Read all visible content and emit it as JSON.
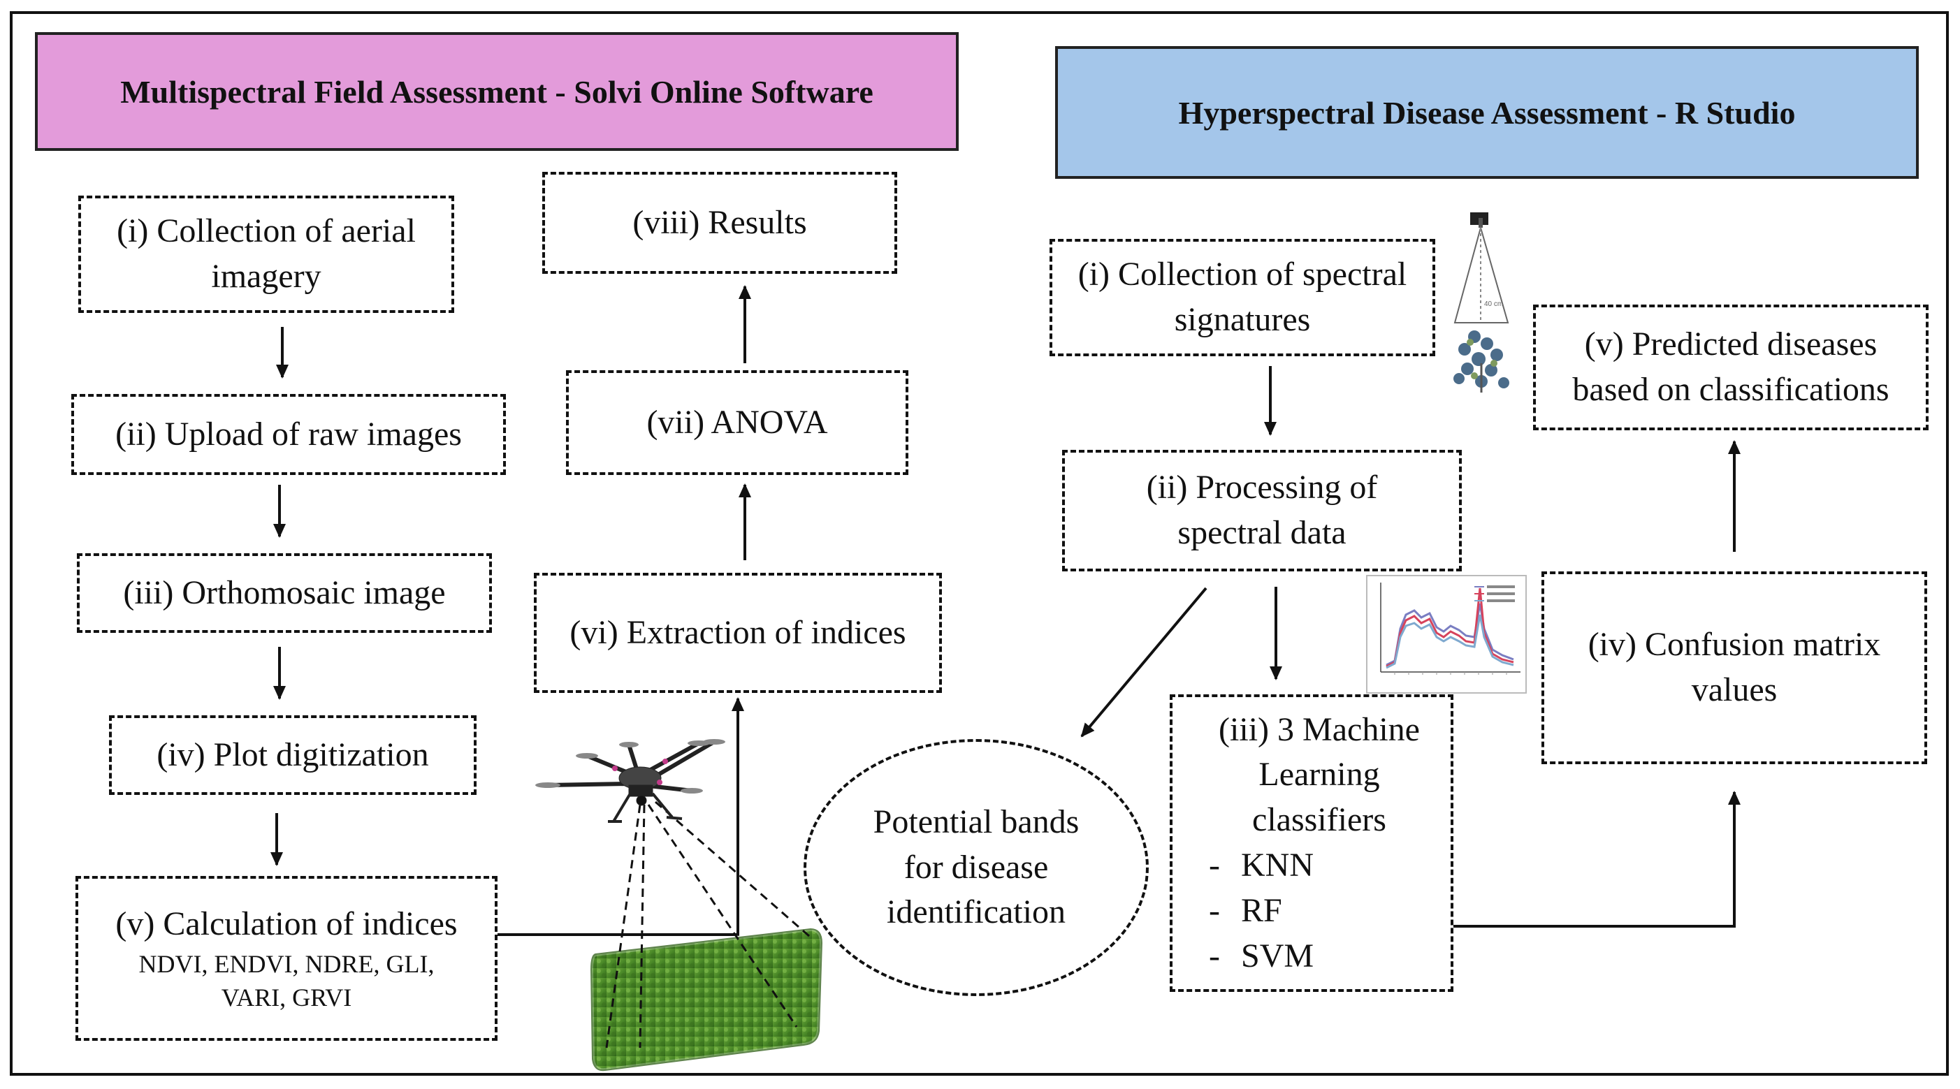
{
  "left_panel": {
    "title": "Multispectral Field Assessment - Solvi Online Software",
    "header_color": "#e39bda",
    "steps": {
      "s1": "(i) Collection of aerial imagery",
      "s2": "(ii) Upload of raw images",
      "s3": "(iii) Orthomosaic image",
      "s4": "(iv) Plot digitization",
      "s5": "(v) Calculation of indices",
      "s5_detail": "NDVI, ENDVI, NDRE, GLI, VARI, GRVI",
      "s6": "(vi) Extraction of indices",
      "s7": "(vii) ANOVA",
      "s8": "(viii) Results"
    }
  },
  "right_panel": {
    "title": "Hyperspectral Disease Assessment - R Studio",
    "header_color": "#a4c6ea",
    "steps": {
      "s1": "(i) Collection of spectral signatures",
      "s2": "(ii) Processing of spectral data",
      "s3_title": "(iii) 3 Machine Learning classifiers",
      "s3_items": [
        "KNN",
        "RF",
        "SVM"
      ],
      "s3_bullet": "-",
      "s4": "(iv) Confusion matrix values",
      "s5": "(v) Predicted diseases based on classifications"
    },
    "ellipse_text": "Potential bands for disease identification"
  },
  "icons": {
    "drone": "drone-icon",
    "field": "crop-field-image",
    "spectrometer": "spectrometer-icon",
    "spectral_chart": "spectral-signature-chart"
  },
  "colors": {
    "line": "#111111",
    "field_green": "#4f8a2c"
  }
}
